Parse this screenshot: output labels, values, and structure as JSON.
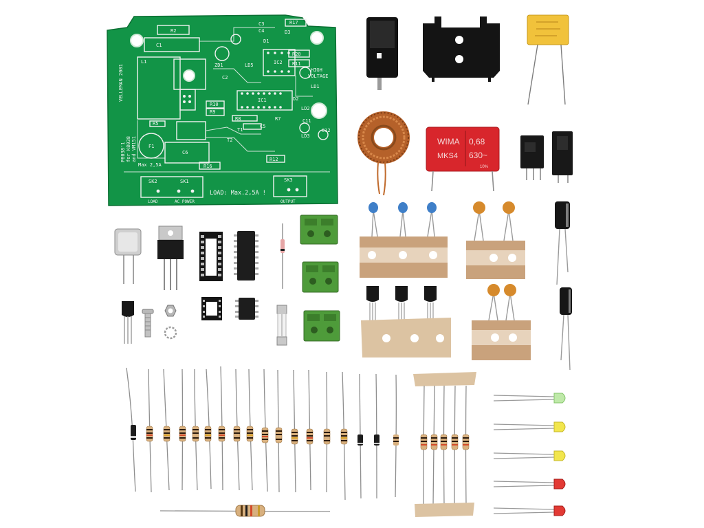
{
  "pcb": {
    "lines": [
      "R2",
      "R17",
      "R20",
      "R11",
      "R10",
      "R9",
      "R8",
      "R7",
      "R12",
      "R16",
      "R5",
      "IC1",
      "IC2",
      "D1",
      "D2",
      "D3",
      "C1",
      "C2",
      "C3",
      "C4",
      "C5",
      "C6",
      "C11",
      "C12",
      "L1",
      "F1",
      "LD1",
      "LD2",
      "LD3",
      "LD5",
      "T1",
      "T2",
      "ZD1",
      "HIGH",
      "VOLTAGE",
      "VELLEMAN 2001",
      "P8038'1",
      "for K8038",
      "and VM151",
      "Max 2,5A",
      "LOAD: Max.2,5A !",
      "SK2",
      "SK1",
      "SK3",
      "LOAD",
      "AC POWER",
      "OUTPUT"
    ]
  },
  "components": {
    "capacitor_marking": {
      "brand": "WIMA",
      "series": "MKS4",
      "value": "0,68",
      "voltage": "630~",
      "tolerance": "10%"
    }
  },
  "colors": {
    "pcb_green": "#129447",
    "silkscreen": "#f2f2f2",
    "copper_toroid": "#b5612a",
    "red_capacitor": "#d8262c",
    "yellow_capacitor": "#f1c23b",
    "terminal_green": "#4e9b3a",
    "tape_brown": "#c9a27c",
    "ceramic_blue": "#3f7fc8",
    "ceramic_orange": "#d68a2c"
  }
}
